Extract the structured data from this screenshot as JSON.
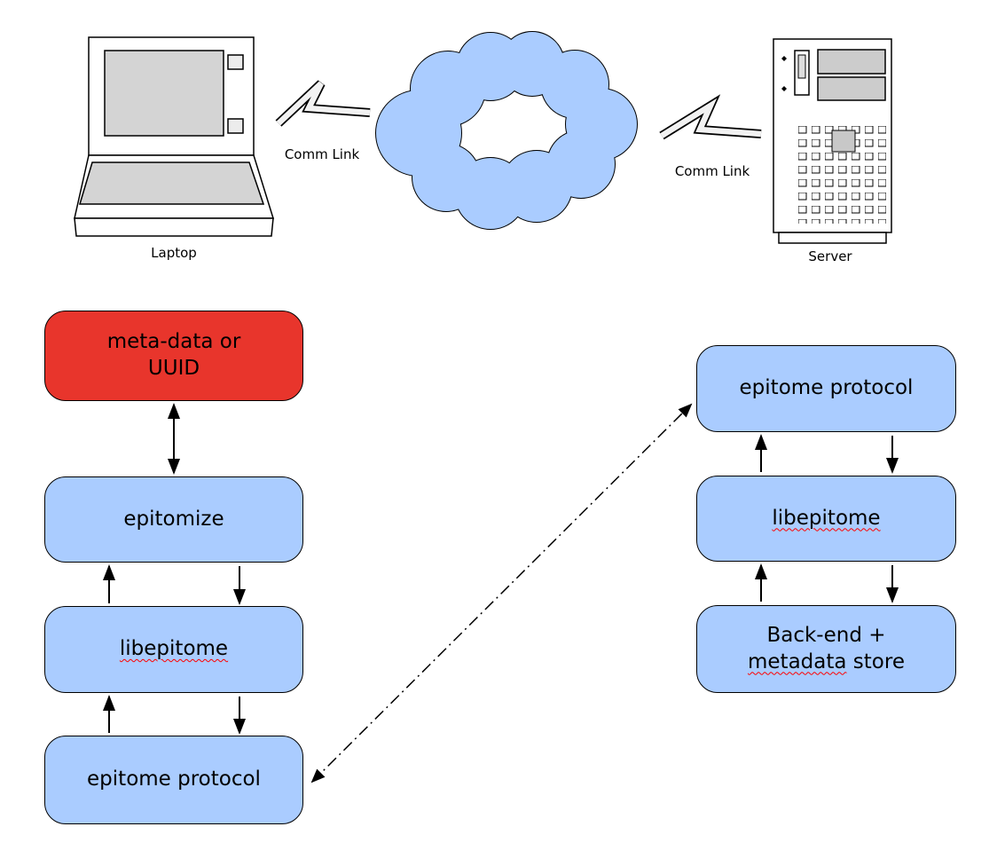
{
  "labels": {
    "laptop": "Laptop",
    "server": "Server",
    "comm_link_left": "Comm Link",
    "comm_link_right": "Comm Link"
  },
  "left_stack": {
    "metadata_line1": "meta-data or",
    "metadata_line2": "UUID",
    "epitomize": "epitomize",
    "libepitome": "libepitome",
    "protocol": "epitome protocol"
  },
  "right_stack": {
    "protocol": "epitome protocol",
    "libepitome": "libepitome",
    "backend_line1": "Back-end +",
    "backend_metadata": "metadata",
    "backend_store": " store"
  },
  "colors": {
    "node_blue": "#aaccff",
    "node_red": "#e8352c",
    "cloud_blue": "#aaccff",
    "misspell_red": "#ff0000",
    "outline_black": "#000000"
  }
}
